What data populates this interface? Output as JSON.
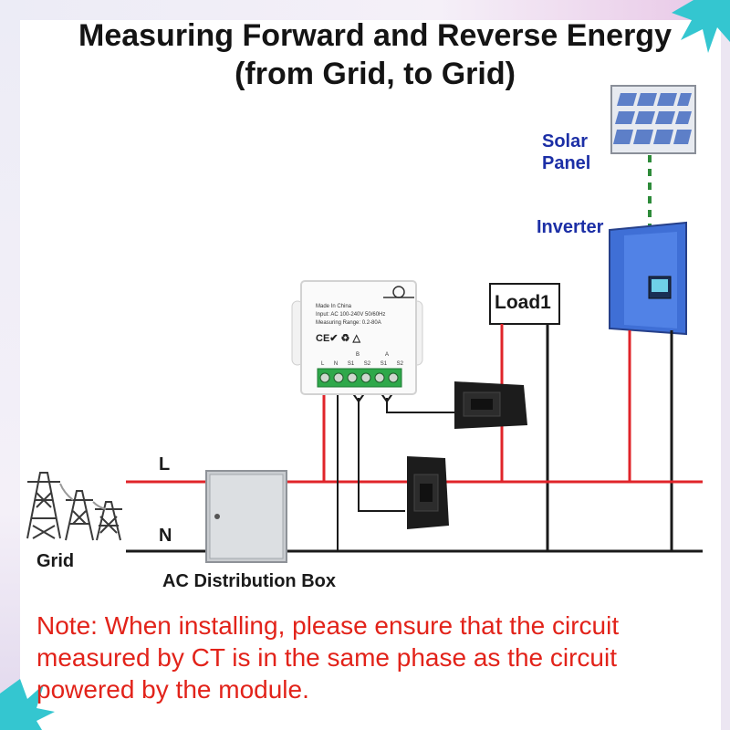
{
  "title_line1": "Measuring  Forward and Reverse Energy",
  "title_line2": "(from Grid, to Grid)",
  "labels": {
    "solar_panel_line1": "Solar",
    "solar_panel_line2": "Panel",
    "inverter": "Inverter",
    "load": "Load1",
    "line_L": "L",
    "line_N": "N",
    "grid": "Grid",
    "distribution_box": "AC Distribution Box"
  },
  "module": {
    "made_in": "Made In China",
    "input": "Input: AC 100-240V 50/60Hz",
    "range": "Measuring Range: 0.2-80A",
    "marks": "CE✔ ♻ △",
    "channel_b": "B",
    "channel_a": "A",
    "terminals": [
      "L",
      "N",
      "S1",
      "S2",
      "S1",
      "S2"
    ]
  },
  "note": "Note: When installing, please ensure that the circuit measured by CT is in the same phase as the circuit powered by the module.",
  "colors": {
    "title": "#141414",
    "blue_label": "#1c2fa6",
    "note": "#e2231a",
    "live_wire": "#e0242a",
    "neutral_wire": "#1a1a1a",
    "inverter": "#3f6fd6",
    "ground_dashed": "#2e8b3a"
  },
  "icons": [
    "power-tower-icon",
    "solar-panel-icon",
    "ct-clamp-icon",
    "corner-leaf-icon"
  ]
}
